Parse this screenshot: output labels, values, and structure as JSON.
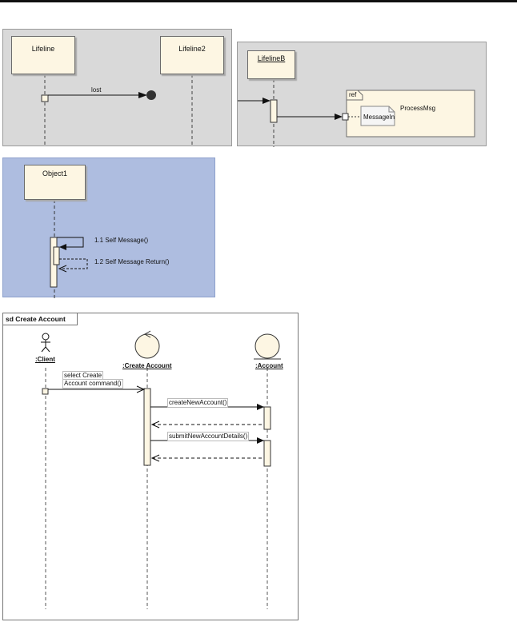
{
  "panel1": {
    "lifeline1": "Lifeline",
    "lifeline2": "Lifeline2",
    "lost_message": "lost"
  },
  "panel2": {
    "lifeline": "LifelineB",
    "frame_tag": "ref",
    "ref_name": "ProcessMsg",
    "note_text": "MessageIn"
  },
  "panel3": {
    "object": "Object1",
    "self_message": "1.1 Self Message()",
    "self_message_return": "1.2 Self Message Return()"
  },
  "panel4": {
    "frame_title": "sd Create Account",
    "actor": ":Client",
    "control": ":Create Account",
    "entity": ":Account",
    "msg1_line1": "select Create",
    "msg1_line2": "Account command()",
    "msg2": "createNewAccount()",
    "msg3": "submitNewAccountDetails()"
  },
  "colors": {
    "lifeline_fill": "#fdf6e3",
    "panel_gray": "#d9d9d9",
    "panel_blue": "#aebde0"
  }
}
